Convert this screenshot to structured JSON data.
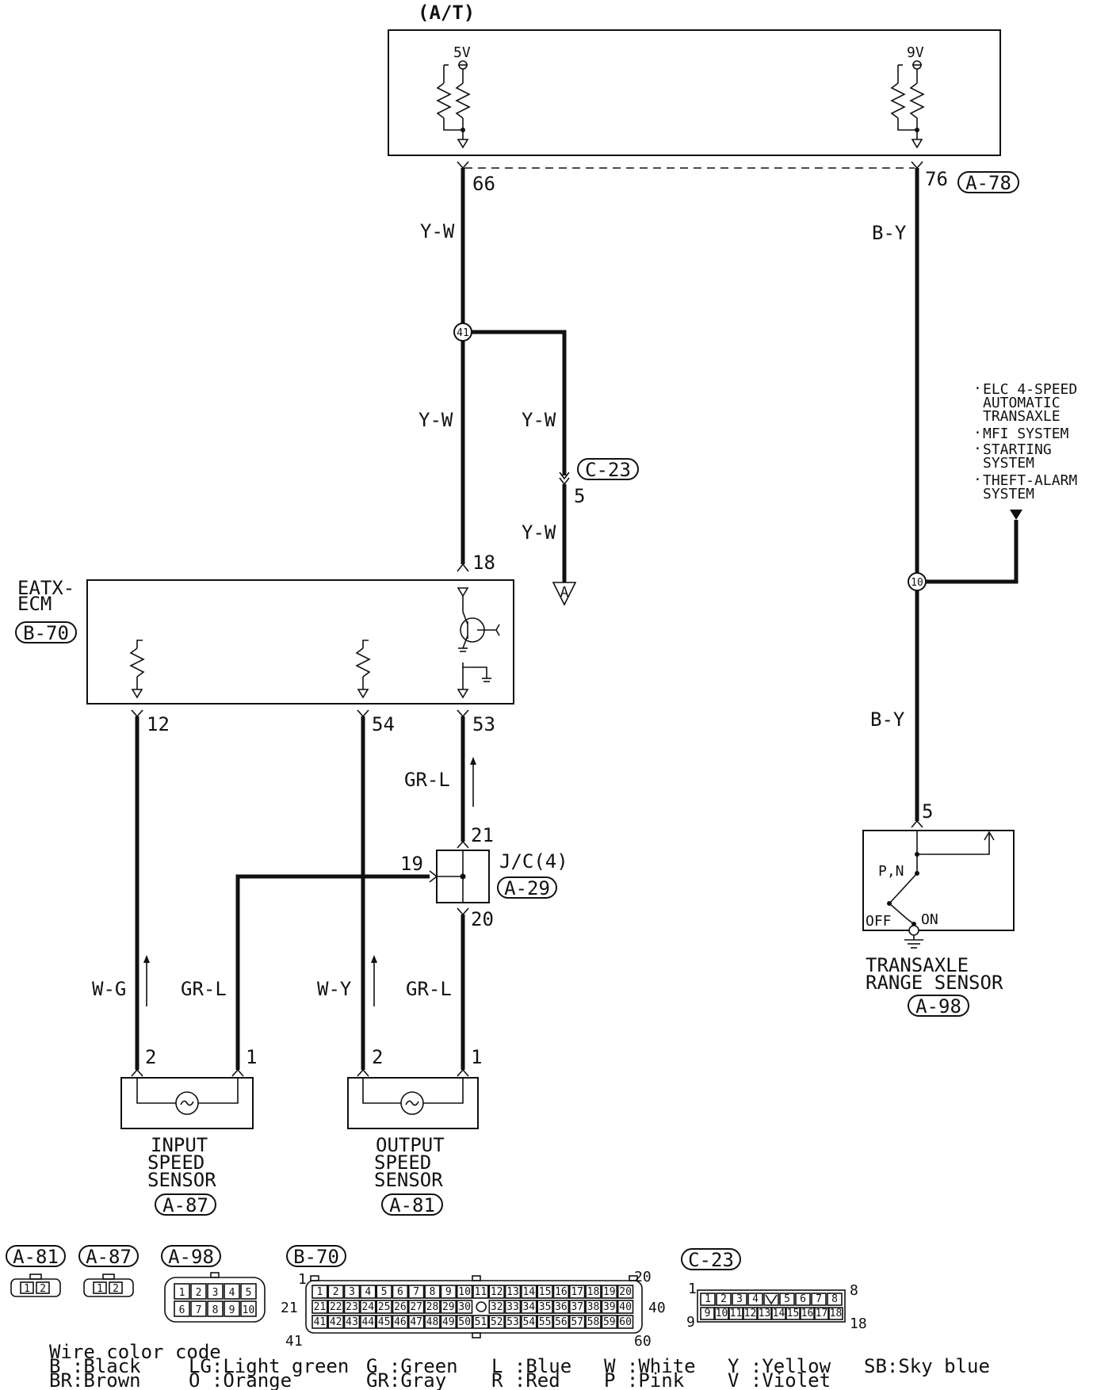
{
  "modules": {
    "at": {
      "title": "(A/T)",
      "volt_left": "5V",
      "volt_right": "9V"
    },
    "eatx_ecm": {
      "name_line1": "EATX-",
      "name_line2": "ECM",
      "connector": "B-70"
    },
    "jc": {
      "name": "J/C(4)",
      "connector": "A-29"
    },
    "input_sensor": {
      "line1": "INPUT",
      "line2": "SPEED",
      "line3": "SENSOR",
      "connector": "A-87"
    },
    "output_sensor": {
      "line1": "OUTPUT",
      "line2": "SPEED",
      "line3": "SENSOR",
      "connector": "A-81"
    },
    "range_sensor": {
      "line1": "TRANSAXLE",
      "line2": "RANGE SENSOR",
      "connector": "A-98",
      "pos_pn": "P,N",
      "pos_off": "OFF",
      "pos_on": "ON"
    }
  },
  "connectors": {
    "a78": "A-78",
    "c23": "C-23"
  },
  "pins": {
    "p66": "66",
    "p76": "76",
    "p18": "18",
    "p12": "12",
    "p54": "54",
    "p53": "53",
    "p21": "21",
    "p19": "19",
    "p20": "20",
    "c23_pin": "5",
    "range_pin": "5",
    "in_2": "2",
    "in_1": "1",
    "out_2": "2",
    "out_1": "1"
  },
  "junctions": {
    "j41": "41",
    "j10": "10"
  },
  "ground_ref": "A",
  "wires": {
    "yw_top": "Y-W",
    "yw_mid_left": "Y-W",
    "yw_mid_right": "Y-W",
    "yw_bottom": "Y-W",
    "by_top": "B-Y",
    "by_bottom": "B-Y",
    "grl_53": "GR-L",
    "wg": "W-G",
    "grl_in": "GR-L",
    "wy": "W-Y",
    "grl_out": "GR-L"
  },
  "systems_note": [
    "ELC 4-SPEED",
    "AUTOMATIC",
    "TRANSAXLE",
    "MFI SYSTEM",
    "STARTING",
    "SYSTEM",
    "THEFT-ALARM",
    "SYSTEM"
  ],
  "connector_views": {
    "a81": {
      "label": "A-81",
      "pins": [
        "1",
        "2"
      ]
    },
    "a87": {
      "label": "A-87",
      "pins": [
        "1",
        "2"
      ]
    },
    "a98": {
      "label": "A-98",
      "pins": [
        "1",
        "2",
        "3",
        "4",
        "5",
        "6",
        "7",
        "8",
        "9",
        "10"
      ]
    },
    "b70": {
      "label": "B-70",
      "corner_1": "1",
      "corner_20": "20",
      "corner_21": "21",
      "corner_40": "40",
      "corner_41": "41",
      "corner_60": "60"
    },
    "c23": {
      "label": "C-23",
      "corner_1": "1",
      "corner_8": "8",
      "corner_9": "9",
      "corner_18": "18"
    }
  },
  "legend": {
    "title": "Wire color code",
    "entries": [
      [
        "B :Black",
        "BR:Brown"
      ],
      [
        "LG:Light green",
        "O :Orange"
      ],
      [
        "G :Green",
        "GR:Gray"
      ],
      [
        "L :Blue",
        "R :Red"
      ],
      [
        "W :White",
        "P :Pink"
      ],
      [
        "Y :Yellow",
        "V :Violet"
      ],
      [
        "SB:Sky blue",
        ""
      ]
    ]
  }
}
